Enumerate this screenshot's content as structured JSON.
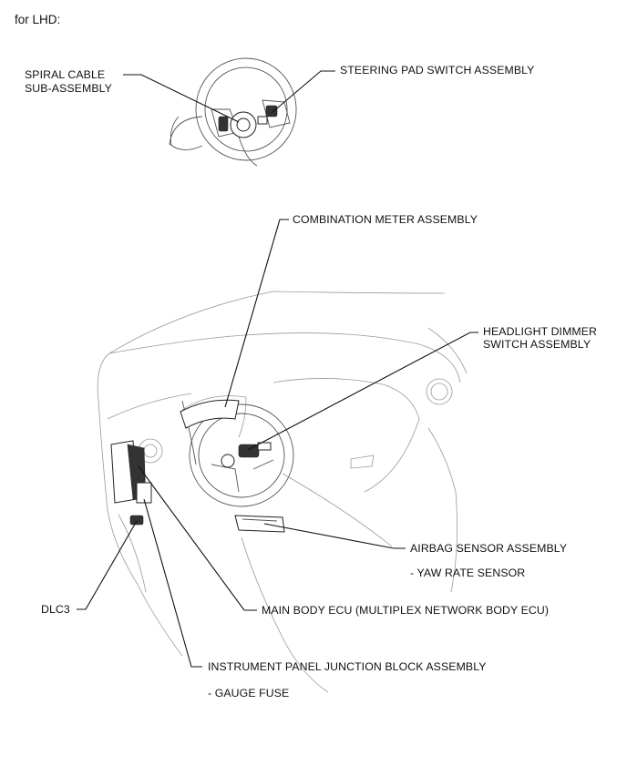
{
  "header": {
    "title": "for LHD:"
  },
  "labels": {
    "spiral_cable_1": "SPIRAL CABLE",
    "spiral_cable_2": "SUB-ASSEMBLY",
    "steering_pad": "STEERING PAD SWITCH ASSEMBLY",
    "combination_meter": "COMBINATION METER ASSEMBLY",
    "headlight_dimmer_1": "HEADLIGHT DIMMER",
    "headlight_dimmer_2": "SWITCH ASSEMBLY",
    "airbag_sensor": "AIRBAG SENSOR ASSEMBLY",
    "yaw_rate": "- YAW RATE SENSOR",
    "dlc3": "DLC3",
    "main_body_ecu": "MAIN BODY ECU (MULTIPLEX NETWORK BODY ECU)",
    "junction_block": "INSTRUMENT PANEL JUNCTION BLOCK ASSEMBLY",
    "gauge_fuse": "- GAUGE FUSE"
  }
}
